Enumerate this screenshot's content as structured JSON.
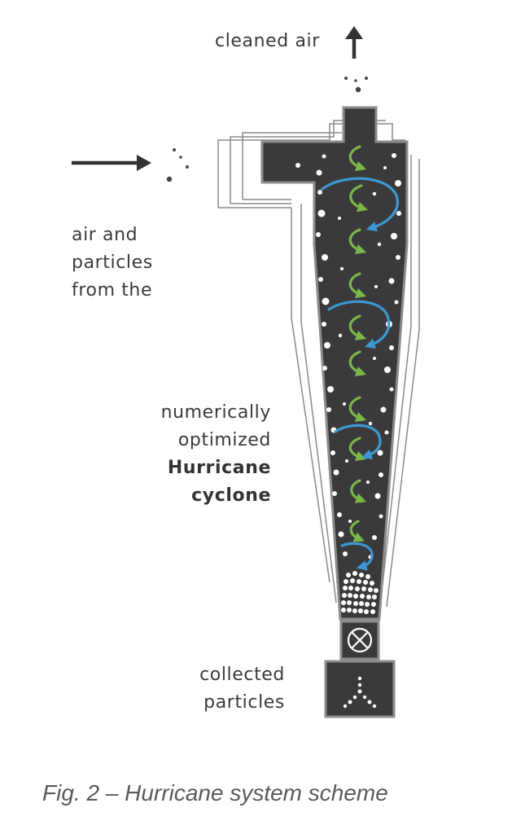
{
  "labels": {
    "outlet": "cleaned air",
    "inlet_lines": [
      "air and",
      "particles",
      "from the"
    ],
    "cyclone_lines": [
      "numerically",
      "optimized"
    ],
    "cyclone_name_lines": [
      "Hurricane",
      "cyclone"
    ],
    "collector_lines": [
      "collected",
      "particles"
    ]
  },
  "caption": "Fig. 2 – Hurricane system scheme",
  "icons": {
    "outlet_arrow": "arrow-up-icon",
    "inlet_arrow": "arrow-right-icon",
    "valve": "rotary-valve-icon"
  },
  "colors": {
    "body": "#3a3a3c",
    "outline": "#8a8a8a",
    "particle": "#ffffff",
    "inner_vortex": "#7ab648",
    "outer_vortex": "#3c98d2",
    "arrow": "#333333"
  }
}
